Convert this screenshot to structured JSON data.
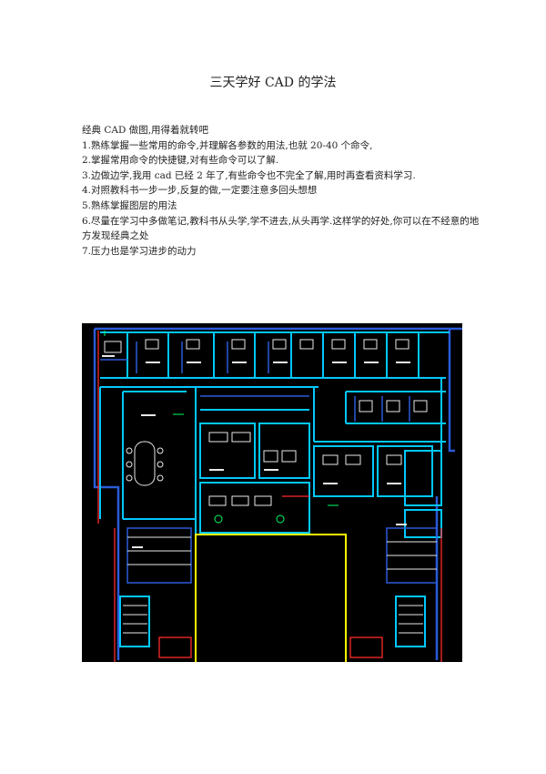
{
  "document": {
    "title": "三天学好 CAD 的学法",
    "paragraphs": [
      "经典 CAD 做图,用得着就转吧",
      "1.熟练掌握一些常用的命令,并理解各参数的用法,也就 20-40 个命令,",
      "2.掌握常用命令的快捷键,对有些命令可以了解.",
      "3.边做边学,我用 cad 已经 2 年了,有些命令也不完全了解,用时再查看资料学习.",
      "4.对照教科书一步一步,反复的做,一定要注意多回头想想",
      "5.熟练掌握图层的用法",
      "6.尽量在学习中多做笔记,教科书从头学,学不进去,从头再学.这样学的好处,你可以在不经意的地方发现经典之处",
      "7.压力也是学习进步的动力"
    ]
  },
  "figure": {
    "type": "cad-floor-plan-screenshot",
    "colors": {
      "background": "#000000",
      "walls_cyan": "#00c8ff",
      "walls_blue": "#2b5bd8",
      "lines_red": "#ff2a2a",
      "furniture_white": "#e8e8e8",
      "lines_yellow": "#ffff00",
      "lines_green": "#00ff66"
    }
  }
}
